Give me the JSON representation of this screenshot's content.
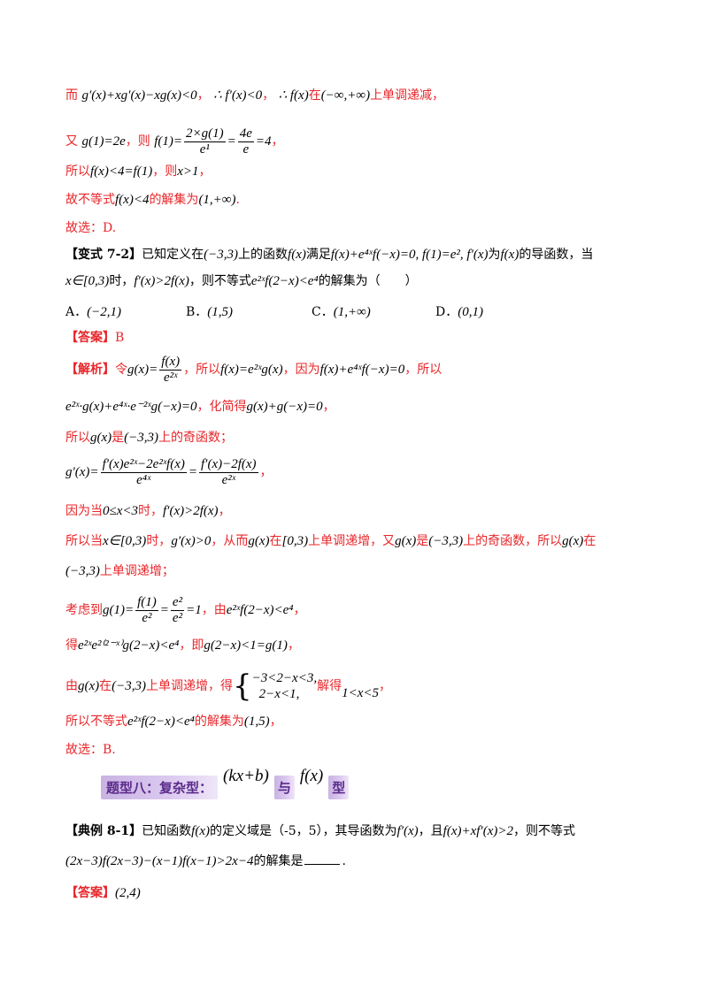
{
  "l1": {
    "t1": "而",
    "m1": "g′(x)+xg′(x)−xg(x)<0",
    "t2": "，",
    "m2": "∴ f′(x)<0",
    "t3": "，",
    "m3": "∴ f(x)",
    "t4": "在",
    "m4": "(−∞,+∞)",
    "t5": "上单调递减，"
  },
  "l2": {
    "t1": "又",
    "m1": "g(1)=2e",
    "t2": "，则",
    "m2a": "f(1)=",
    "num1": "2×g(1)",
    "den1": "e¹",
    "m2b": "=",
    "num2": "4e",
    "den2": "e",
    "m2c": "=4",
    "t3": "，"
  },
  "l3": {
    "t1": "所以",
    "m1": "f(x)<4=f(1)",
    "t2": "，则",
    "m2": "x>1",
    "t3": "，"
  },
  "l4": {
    "t1": "故不等式",
    "m1": "f(x)<4",
    "t2": "的解集为",
    "m2": "(1,+∞)",
    "t3": "."
  },
  "l5": {
    "t1": "故选：D."
  },
  "p72": {
    "tag": "【变式 7-2】",
    "t1": "已知定义在",
    "m1": "(−3,3)",
    "t2": "上的函数",
    "m2": "f(x)",
    "t3": "满足",
    "m3": "f(x)+e⁴ˣf(−x)=0, f(1)=e², f′(x)",
    "t4": "为",
    "m4": "f(x)",
    "t5": "的导函数，当",
    "m5": "x∈[0,3)",
    "t6": "时，",
    "m6": "f′(x)>2f(x)",
    "t7": "，则不等式",
    "m7": "e²ˣf(2−x)<e⁴",
    "t8": "的解集为（　　）"
  },
  "options": {
    "a": "A．",
    "a_val": "(−2,1)",
    "b": "B．",
    "b_val": "(1,5)",
    "c": "C．",
    "c_val": "(1,+∞)",
    "d": "D．",
    "d_val": "(0,1)"
  },
  "ans1": {
    "tag": "【答案】",
    "val": "B"
  },
  "sol": {
    "tag": "【解析】",
    "l1": {
      "t1": "令",
      "m1": "g(x)=",
      "num": "f(x)",
      "den": "e²ˣ",
      "t2": "，所以",
      "m2": "f(x)=e²ˣg(x)",
      "t3": "，因为",
      "m3": "f(x)+e⁴ˣf(−x)=0",
      "t4": "，所以"
    },
    "l2": {
      "m1": "e²ˣ·g(x)+e⁴ˣ·e⁻²ˣg(−x)=0",
      "t1": "，化简得",
      "m2": "g(x)+g(−x)=0",
      "t2": "，"
    },
    "l3": {
      "t1": "所以",
      "m1": "g(x)",
      "t2": "是",
      "m2": "(−3,3)",
      "t3": "上的奇函数；"
    },
    "l4": {
      "m1": "g′(x)=",
      "num1": "f′(x)e²ˣ−2e²ˣf(x)",
      "den1": "e⁴ˣ",
      "m2": "=",
      "num2": "f′(x)−2f(x)",
      "den2": "e²ˣ",
      "t1": "，"
    },
    "l5": {
      "t1": "因为当",
      "m1": "0≤x<3",
      "t2": "时，",
      "m2": "f′(x)>2f(x)",
      "t3": "，"
    },
    "l6": {
      "t1": "所以当",
      "m1": "x∈[0,3)",
      "t2": "时，",
      "m2": "g′(x)>0",
      "t3": "，从而",
      "m3": "g(x)",
      "t4": "在",
      "m4": "[0,3)",
      "t5": "上单调递增，又",
      "m5": "g(x)",
      "t6": "是",
      "m6": "(−3,3)",
      "t7": "上的奇函数，所以",
      "m7": "g(x)",
      "t8": "在"
    },
    "l7": {
      "m1": "(−3,3)",
      "t1": "上单调递增；"
    },
    "l8": {
      "t1": "考虑到",
      "m1": "g(1)=",
      "num1": "f(1)",
      "den1": "e²",
      "m2": "=",
      "num2": "e²",
      "den2": "e²",
      "m3": "=1",
      "t2": "，由",
      "m4": "e²ˣf(2−x)<e⁴",
      "t3": "，"
    },
    "l9": {
      "t1": "得",
      "m1": "e²ˣe²⁽²⁻ˣ⁾g(2−x)<e⁴",
      "t2": "，即",
      "m2": "g(2−x)<1=g(1)",
      "t3": "，"
    },
    "l10": {
      "t1": "由",
      "m1": "g(x)",
      "t2": "在",
      "m2": "(−3,3)",
      "t3": "上单调递增，得",
      "sys1": "−3<2−x<3,",
      "sys2": "2−x<1,",
      "t4": "解得",
      "m3": "1<x<5",
      "t5": "，"
    },
    "l11": {
      "t1": "所以不等式",
      "m1": "e²ˣf(2−x)<e⁴",
      "t2": "的解集为",
      "m2": "(1,5)",
      "t3": "，"
    },
    "l12": {
      "t1": "故选：B."
    }
  },
  "banner": {
    "label": "题型八：复杂型：",
    "m1": "(kx+b)",
    "mid": "与",
    "m2": "f(x)",
    "end": "型"
  },
  "p81": {
    "tag": "【典例 8-1】",
    "t1": "已知函数",
    "m1": "f(x)",
    "t2": "的定义域是（-5，5），其导函数为",
    "m2": "f′(x)",
    "t3": "，且",
    "m3": "f(x)+xf′(x)>2",
    "t4": "，则不等式",
    "l2m": "(2x−3)f(2x−3)−(x−1)f(x−1)>2x−4",
    "l2t": "的解集是",
    "l2end": "."
  },
  "ans2": {
    "tag": "【答案】",
    "val": "(2,4)"
  }
}
